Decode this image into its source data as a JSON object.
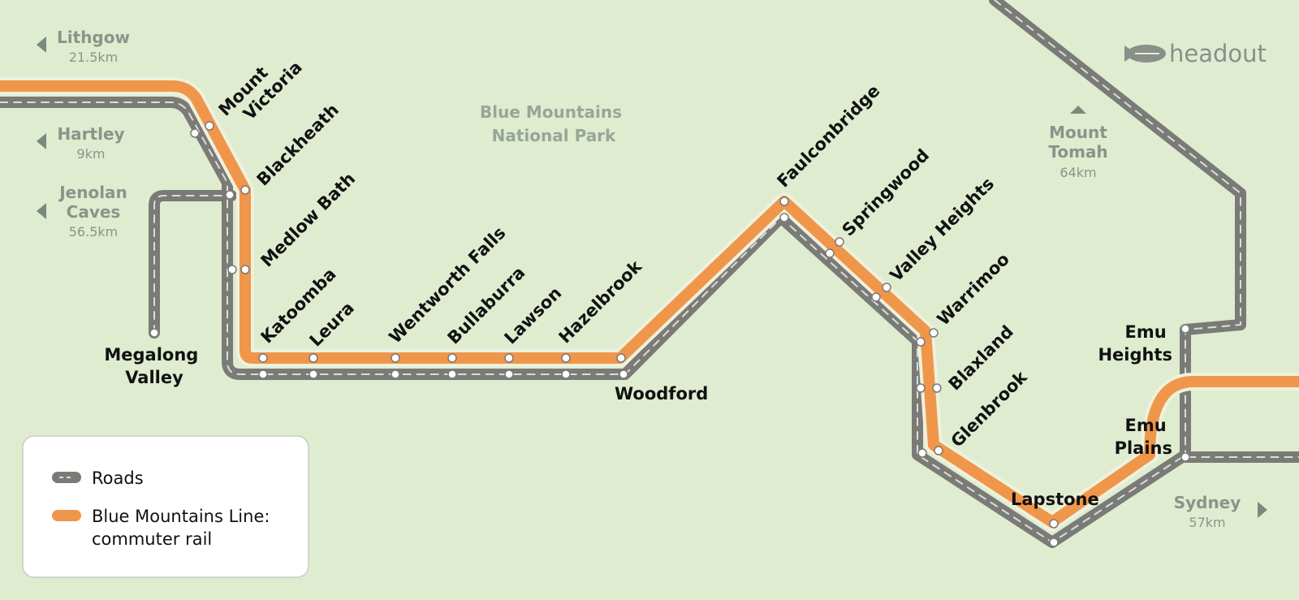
{
  "brand": {
    "name": "headout"
  },
  "park": {
    "line1": "Blue Mountains",
    "line2": "National Park"
  },
  "destinations": [
    {
      "id": "lithgow",
      "name": [
        "Lithgow"
      ],
      "distance": "21.5km",
      "arrow": "left"
    },
    {
      "id": "hartley",
      "name": [
        "Hartley"
      ],
      "distance": "9km",
      "arrow": "left"
    },
    {
      "id": "jenolan",
      "name": [
        "Jenolan",
        "Caves"
      ],
      "distance": "56.5km",
      "arrow": "left"
    },
    {
      "id": "mount-tomah",
      "name": [
        "Mount",
        "Tomah"
      ],
      "distance": "64km",
      "arrow": "up"
    },
    {
      "id": "sydney",
      "name": [
        "Sydney"
      ],
      "distance": "57km",
      "arrow": "right"
    }
  ],
  "stations": [
    {
      "id": "mount-victoria",
      "lines": [
        "Mount",
        "Victoria"
      ]
    },
    {
      "id": "blackheath",
      "lines": [
        "Blackheath"
      ]
    },
    {
      "id": "medlow-bath",
      "lines": [
        "Medlow Bath"
      ]
    },
    {
      "id": "katoomba",
      "lines": [
        "Katoomba"
      ]
    },
    {
      "id": "leura",
      "lines": [
        "Leura"
      ]
    },
    {
      "id": "wentworth-falls",
      "lines": [
        "Wentworth Falls"
      ]
    },
    {
      "id": "bullaburra",
      "lines": [
        "Bullaburra"
      ]
    },
    {
      "id": "lawson",
      "lines": [
        "Lawson"
      ]
    },
    {
      "id": "hazelbrook",
      "lines": [
        "Hazelbrook"
      ]
    },
    {
      "id": "woodford",
      "lines": [
        "Woodford"
      ]
    },
    {
      "id": "faulconbridge",
      "lines": [
        "Faulconbridge"
      ]
    },
    {
      "id": "springwood",
      "lines": [
        "Springwood"
      ]
    },
    {
      "id": "valley-heights",
      "lines": [
        "Valley Heights"
      ]
    },
    {
      "id": "warrimoo",
      "lines": [
        "Warrimoo"
      ]
    },
    {
      "id": "blaxland",
      "lines": [
        "Blaxland"
      ]
    },
    {
      "id": "glenbrook",
      "lines": [
        "Glenbrook"
      ]
    },
    {
      "id": "lapstone",
      "lines": [
        "Lapstone"
      ]
    },
    {
      "id": "emu-plains",
      "lines": [
        "Emu",
        "Plains"
      ]
    },
    {
      "id": "emu-heights",
      "lines": [
        "Emu",
        "Heights"
      ]
    },
    {
      "id": "megalong-valley",
      "lines": [
        "Megalong",
        "Valley"
      ]
    }
  ],
  "legend": {
    "items": [
      {
        "id": "roads",
        "label": [
          "Roads"
        ],
        "color": "#7a7a76"
      },
      {
        "id": "rail",
        "label": [
          "Blue Mountains Line:",
          "commuter rail"
        ],
        "color": "#f0964a"
      }
    ]
  },
  "colors": {
    "background": "#dfecd0",
    "rail": "#f0964a",
    "road": "#7a7a76",
    "road_dash": "#dcdcd8",
    "label": "#111111",
    "muted": "#8a948a"
  }
}
